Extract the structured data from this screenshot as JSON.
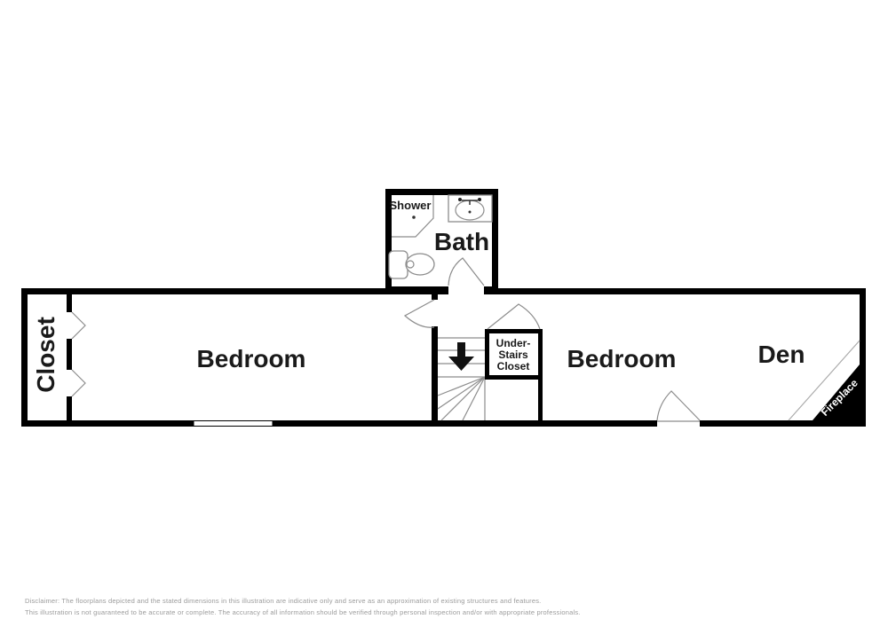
{
  "colors": {
    "background": "#ffffff",
    "wall": "#000000",
    "fixture_line": "#8c8c8c",
    "label_text": "#1a1a1a",
    "fireplace_fill": "#000000",
    "fireplace_text": "#ffffff",
    "disclaimer_text": "#9b9b9b"
  },
  "rooms": {
    "bath": {
      "label": "Bath"
    },
    "shower": {
      "label": "Shower"
    },
    "closet": {
      "label": "Closet"
    },
    "bedroom_left": {
      "label": "Bedroom"
    },
    "bedroom_right": {
      "label": "Bedroom"
    },
    "den": {
      "label": "Den"
    },
    "under_stairs_closet": {
      "line1": "Under-",
      "line2": "Stairs",
      "line3": "Closet"
    },
    "fireplace": {
      "label": "Fireplace"
    }
  },
  "disclaimer": {
    "line1": "Disclaimer: The floorplans depicted and the stated dimensions in this illustration are indicative only and serve as an approximation of existing structures and features.",
    "line2": "This illustration is not guaranteed to be accurate or complete. The accuracy of all information should be verified through personal inspection and/or with appropriate professionals."
  }
}
